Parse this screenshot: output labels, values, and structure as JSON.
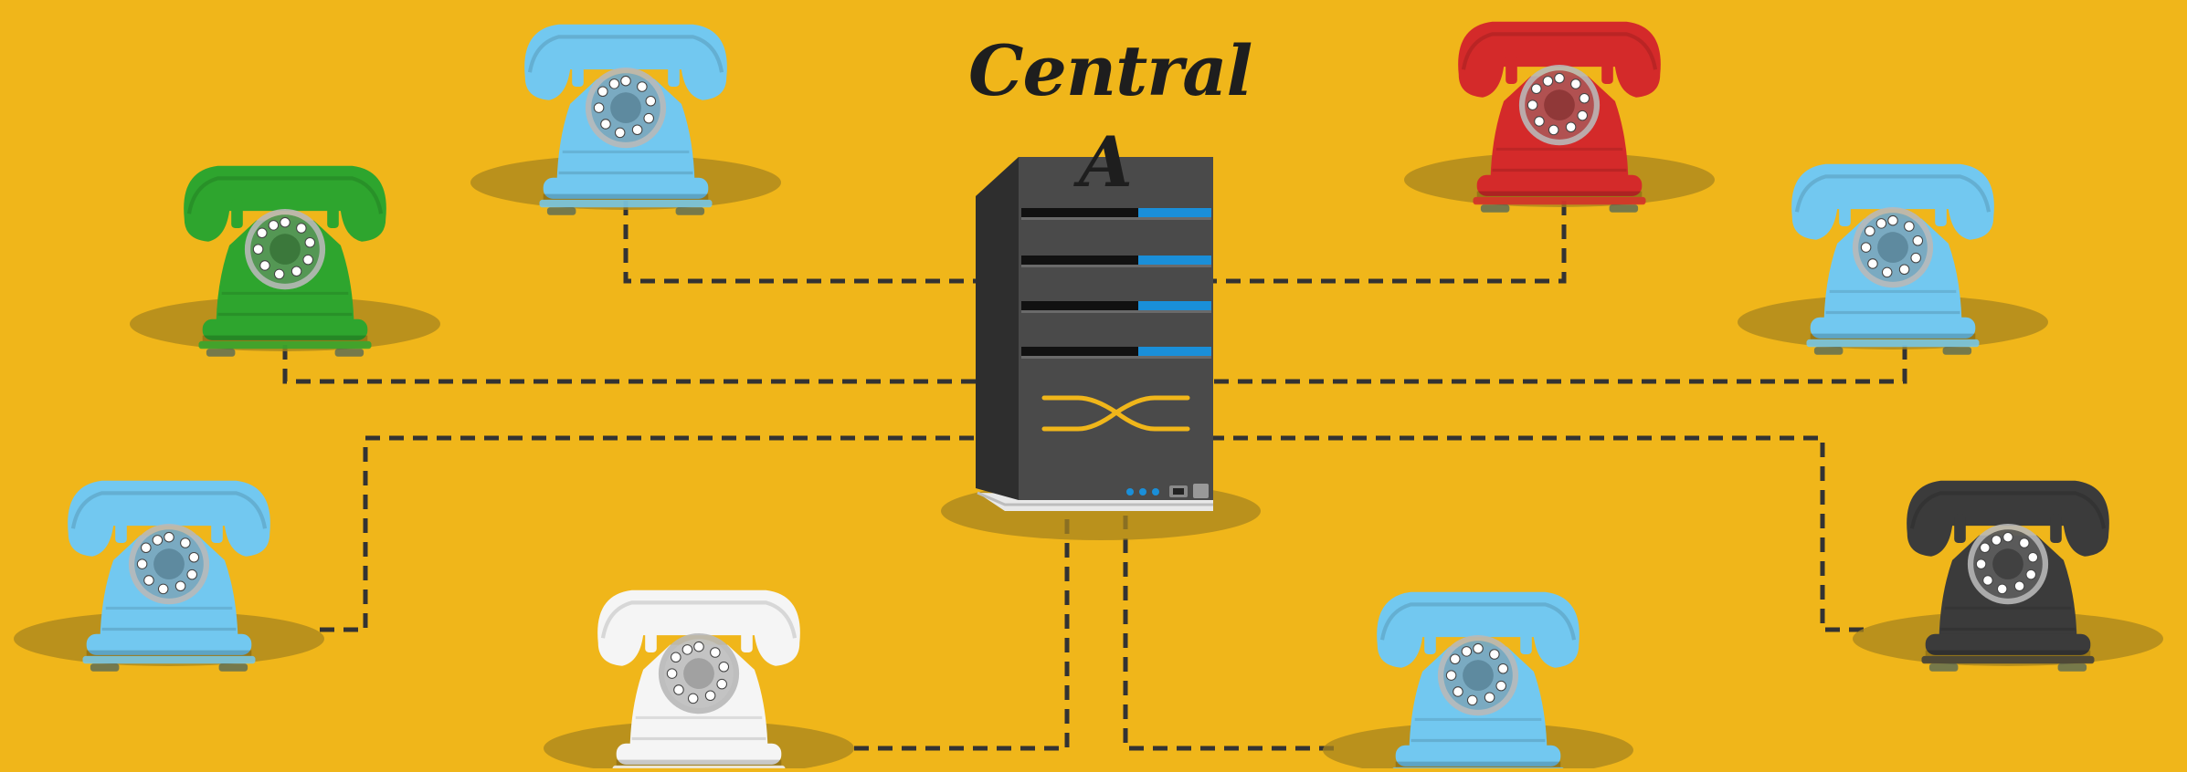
{
  "diagram": {
    "title": "Central A",
    "colors": {
      "background": "#f0b61a",
      "shadow": "#a8841e",
      "connector": "#333333",
      "server_front": "#4a4a4a",
      "server_side": "#2e2e2e",
      "server_accent": "#1a8fd9",
      "server_logo": "#f0b61a"
    },
    "hub": {
      "icon": "server-icon"
    },
    "phones": [
      {
        "id": "phone-1",
        "color": "#72c8f0"
      },
      {
        "id": "phone-2",
        "color": "#2ea52e"
      },
      {
        "id": "phone-3",
        "color": "#72c8f0"
      },
      {
        "id": "phone-4",
        "color": "#f5f5f5"
      },
      {
        "id": "phone-5",
        "color": "#d42a2a"
      },
      {
        "id": "phone-6",
        "color": "#72c8f0"
      },
      {
        "id": "phone-7",
        "color": "#72c8f0"
      },
      {
        "id": "phone-8",
        "color": "#3b3b3b"
      }
    ]
  }
}
